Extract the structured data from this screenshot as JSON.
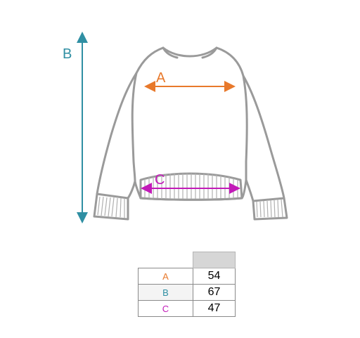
{
  "labels": {
    "a": "A",
    "b": "B",
    "c": "C"
  },
  "colors": {
    "outline": "#9a9a9a",
    "a": "#e8792b",
    "b": "#2f8fa3",
    "c": "#c21ab8",
    "header_cell": "#d6d6d6"
  },
  "table": {
    "header": "",
    "rows": [
      {
        "key": "A",
        "value": "54",
        "color": "#e8792b"
      },
      {
        "key": "B",
        "value": "67",
        "color": "#2f8fa3"
      },
      {
        "key": "C",
        "value": "47",
        "color": "#c21ab8"
      }
    ]
  }
}
